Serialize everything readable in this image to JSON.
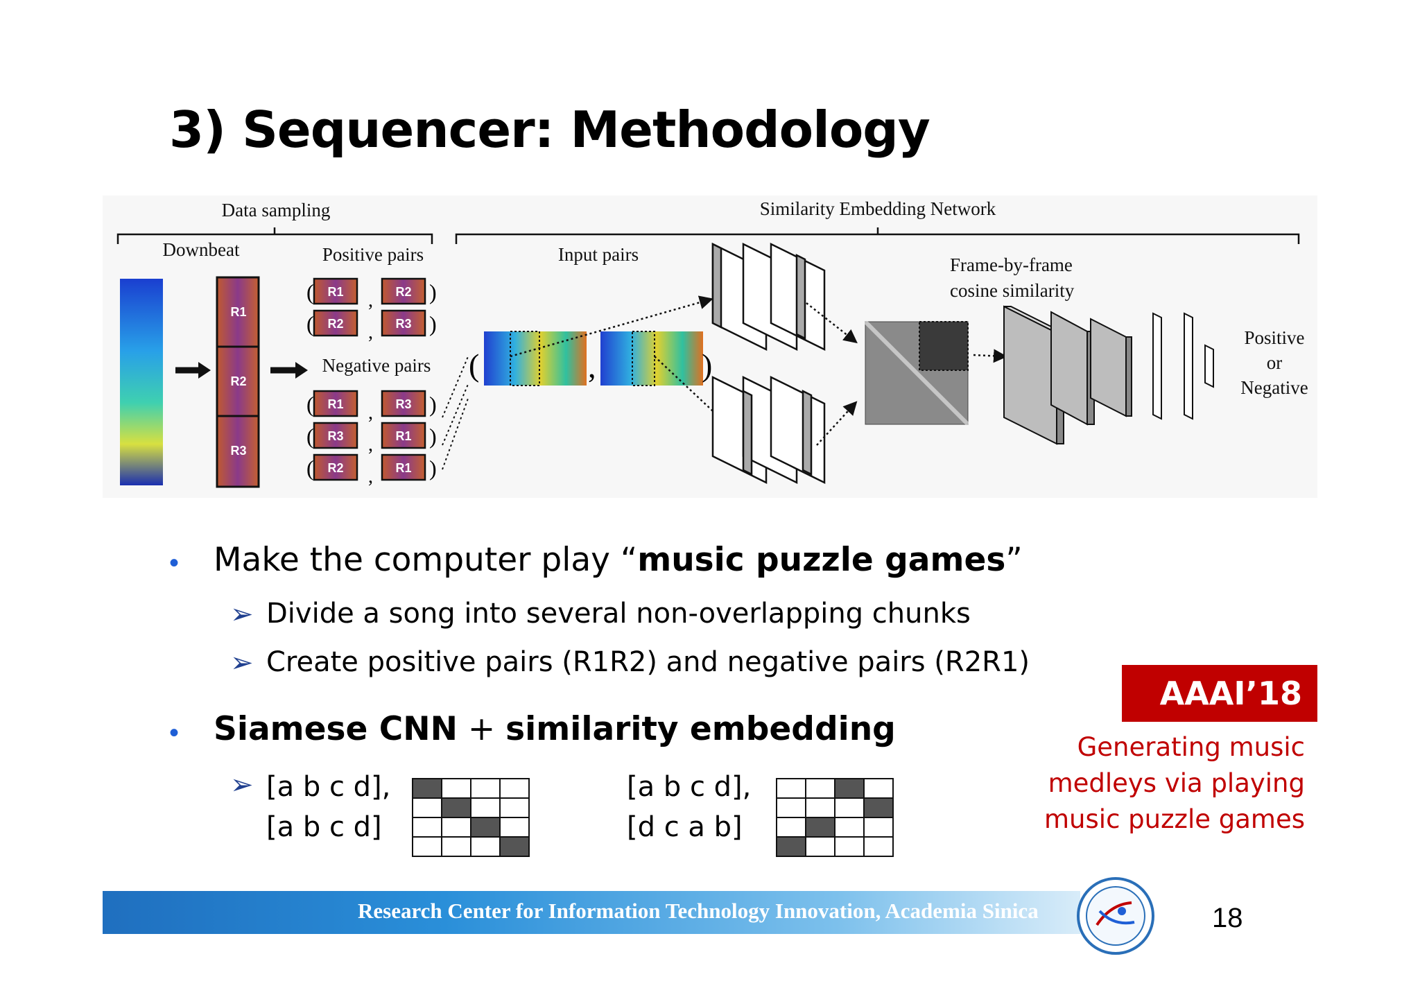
{
  "slide": {
    "title": "3) Sequencer: Methodology",
    "page_number": "18"
  },
  "diagram": {
    "data_sampling": "Data sampling",
    "similarity_network": "Similarity Embedding Network",
    "downbeat": "Downbeat",
    "positive_pairs": "Positive pairs",
    "negative_pairs": "Negative pairs",
    "input_pairs": "Input pairs",
    "frame_line1": "Frame-by-frame",
    "frame_line2": "cosine similarity",
    "out_line1": "Positive",
    "out_line2": "or",
    "out_line3": "Negative",
    "segments": [
      "R1",
      "R2",
      "R3"
    ],
    "positive": [
      [
        "R1",
        "R2"
      ],
      [
        "R2",
        "R3"
      ]
    ],
    "negative": [
      [
        "R1",
        "R3"
      ],
      [
        "R3",
        "R1"
      ],
      [
        "R2",
        "R1"
      ]
    ]
  },
  "bullets": {
    "b1_pre": "Make the computer play “",
    "b1_bold": "music puzzle games",
    "b1_post": "”",
    "b1_sub1": "Divide a song into several non-overlapping chunks",
    "b1_sub2": "Create positive pairs (R1R2) and negative pairs (R2R1)",
    "b2_bold1": "Siamese CNN",
    "b2_mid": " + ",
    "b2_bold2": "similarity embedding",
    "ex1_line1": "[a b c d],",
    "ex1_line2": "[a b c d]",
    "ex2_line1": "[a b c d],",
    "ex2_line2": "[d c a b]",
    "bullet_symbol": "•",
    "arrow_symbol": "➢"
  },
  "aaai": {
    "badge": "AAAI’18",
    "note_line1": "Generating music",
    "note_line2": "medleys via playing",
    "note_line3": "music puzzle games"
  },
  "footer": {
    "text": "Research Center for Information Technology Innovation, Academia Sinica"
  },
  "colors": {
    "accent_red": "#c00000",
    "bullet_blue": "#1f5fd6",
    "footer_blue": "#1f6fbf",
    "grid_fill": "#555555"
  }
}
